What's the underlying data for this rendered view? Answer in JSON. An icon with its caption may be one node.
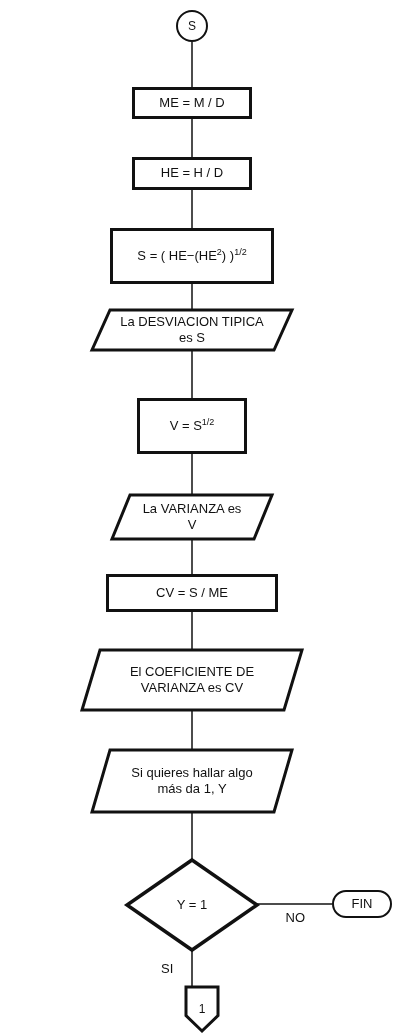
{
  "diagram": {
    "nodes": [
      {
        "text": [
          "S"
        ]
      },
      {
        "text": [
          "ME = M / D"
        ]
      },
      {
        "text": [
          "HE = H / D"
        ]
      },
      {
        "text": [
          "S = ( HE−(HE$^{2}$) )$^{1/2}$"
        ]
      },
      {
        "text": [
          "La DESVIACION TIPICA es S"
        ]
      },
      {
        "text": [
          "V = S$^{1/2}$"
        ]
      },
      {
        "text": [
          "La VARIANZA es V"
        ]
      },
      {
        "text": [
          "CV = S / ME"
        ]
      },
      {
        "text": [
          "El COEFICIENTE DE VARIANZA es CV"
        ]
      },
      {
        "text": [
          "Si quieres hallar algo más da 1, Y"
        ]
      },
      {
        "text": [
          "Y = 1"
        ]
      },
      {
        "text": [
          "FIN"
        ]
      },
      {
        "text": [
          "1"
        ]
      }
    ],
    "edges": [
      {
        "from": 0,
        "to": 1,
        "arrow": "none"
      },
      {
        "from": 1,
        "to": 2,
        "arrow": "none"
      },
      {
        "from": 2,
        "to": 3,
        "arrow": "none"
      },
      {
        "from": 3,
        "to": 4,
        "arrow": "none"
      },
      {
        "from": 4,
        "to": 5,
        "arrow": "none"
      },
      {
        "from": 5,
        "to": 6,
        "arrow": "none"
      },
      {
        "from": 6,
        "to": 7,
        "arrow": "none"
      },
      {
        "from": 7,
        "to": 8,
        "arrow": "none"
      },
      {
        "from": 8,
        "to": 9,
        "arrow": "none"
      },
      {
        "from": 9,
        "to": 10,
        "arrow": "none"
      },
      {
        "from": 10,
        "to": 11,
        "label": "NO",
        "arrow": "none"
      },
      {
        "from": 10,
        "to": 12,
        "label": "SI",
        "arrow": "none"
      }
    ]
  }
}
